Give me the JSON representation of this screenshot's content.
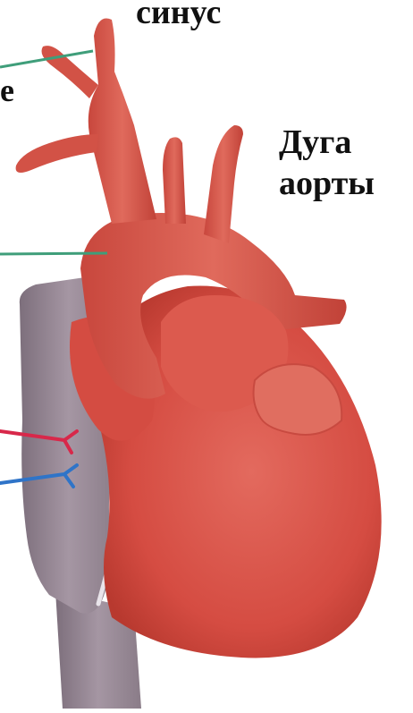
{
  "labels": {
    "sinus": "синус",
    "aortic_arch_line1": "Дуга",
    "aortic_arch_line2": "аорты",
    "left_fragment": "е"
  },
  "colors": {
    "background": "#ffffff",
    "heart_fill": "#d9534a",
    "heart_shadow": "#b8392f",
    "heart_highlight": "#ea7a6c",
    "vena_cava": "#9c8e9a",
    "vena_cava_dark": "#7d6f7c",
    "pointer_green": "#3f9e7a",
    "pointer_red": "#d8284a",
    "pointer_blue": "#2f74c8",
    "text": "#111111"
  },
  "icons": {
    "heart": "heart-illustration",
    "pointer_lines": "label-pointer-lines"
  }
}
